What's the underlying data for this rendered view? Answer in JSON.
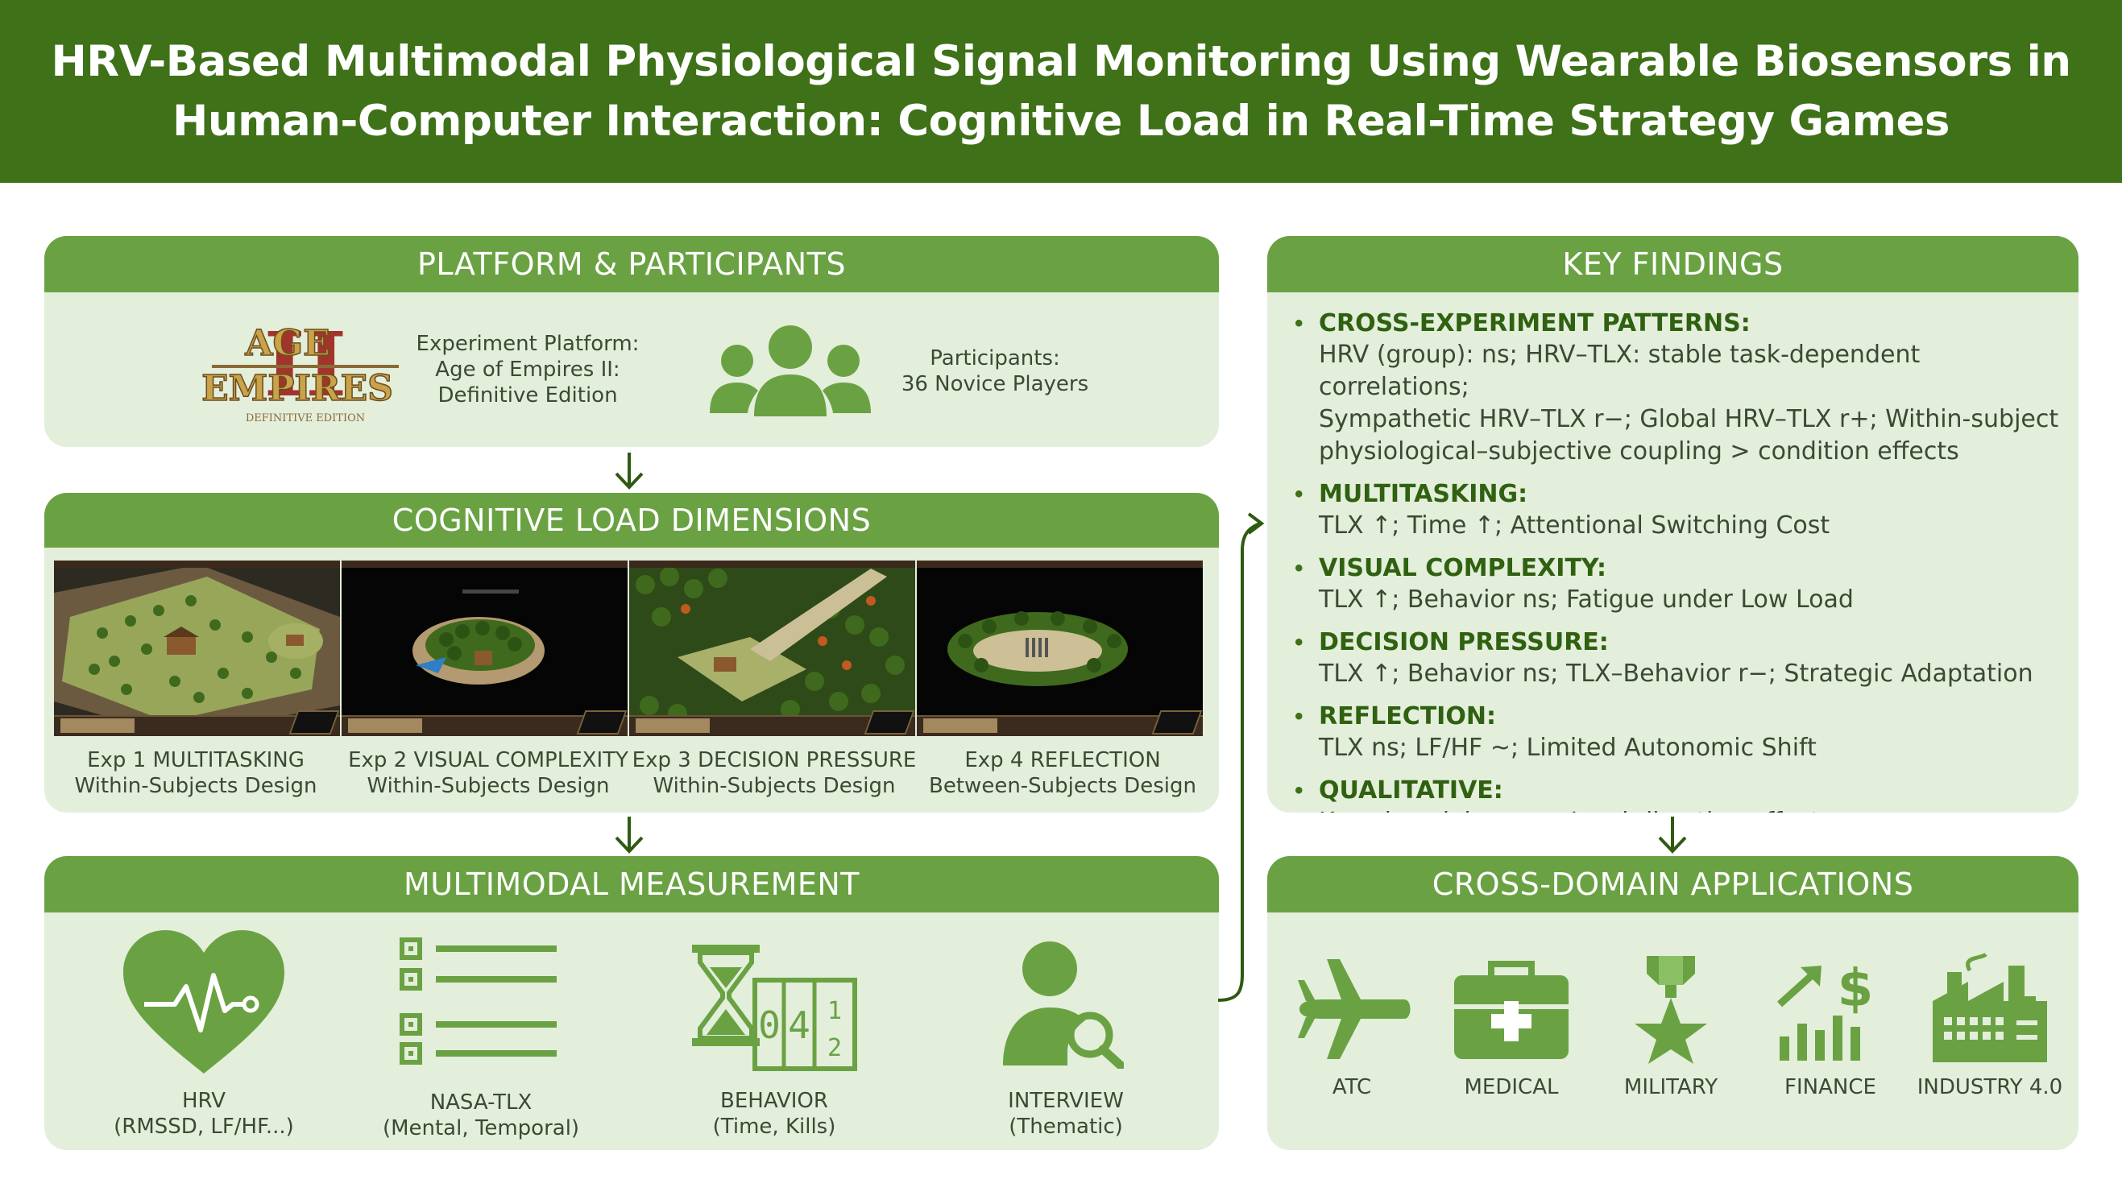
{
  "title": "HRV-Based Multimodal Physiological Signal Monitoring Using Wearable Biosensors in Human-Computer Interaction: Cognitive Load in Real-Time Strategy Games",
  "colors": {
    "header": "#3e7118",
    "bar": "#6aa243",
    "panel": "#e3eedb",
    "icon": "#6aa243",
    "heading_text": "#2f6110"
  },
  "platform": {
    "heading": "PLATFORM & PARTICIPANTS",
    "logo": {
      "line1": "AGE",
      "line2": "EMPIRES",
      "numeral": "II",
      "line3": "DEFINITIVE EDITION"
    },
    "experiment_platform": [
      "Experiment Platform:",
      "Age of Empires II:",
      "Definitive Edition"
    ],
    "participants_icon": "group-icon",
    "participants": [
      "Participants:",
      "36 Novice Players"
    ]
  },
  "cognitive": {
    "heading": "COGNITIVE LOAD DIMENSIONS",
    "experiments": [
      {
        "title": "Exp 1 MULTITASKING",
        "design": "Within-Subjects Design"
      },
      {
        "title": "Exp 2 VISUAL COMPLEXITY",
        "design": "Within-Subjects Design"
      },
      {
        "title": "Exp 3 DECISION PRESSURE",
        "design": "Within-Subjects Design"
      },
      {
        "title": "Exp 4 REFLECTION",
        "design": "Between-Subjects Design"
      }
    ]
  },
  "measurement": {
    "heading": "MULTIMODAL MEASUREMENT",
    "items": [
      {
        "icon": "heart-pulse-icon",
        "label": "HRV",
        "sub": "(RMSSD, LF/HF...)"
      },
      {
        "icon": "checklist-icon",
        "label": "NASA-TLX",
        "sub": "(Mental, Temporal)"
      },
      {
        "icon": "hourglass-counter-icon",
        "label": "BEHAVIOR",
        "sub": "(Time, Kills)"
      },
      {
        "icon": "interview-search-icon",
        "label": "INTERVIEW",
        "sub": "(Thematic)"
      }
    ],
    "counter_digits": [
      "0",
      "4",
      "1",
      "2"
    ]
  },
  "findings": {
    "heading": "KEY FINDINGS",
    "items": [
      {
        "head": "CROSS-EXPERIMENT PATTERNS:",
        "lines": [
          "HRV (group): ns; HRV–TLX: stable task-dependent correlations;",
          "Sympathetic HRV–TLX r−; Global HRV–TLX r+; Within-subject",
          "physiological–subjective coupling > condition effects"
        ]
      },
      {
        "head": "MULTITASKING:",
        "lines": [
          "TLX ↑; Time ↑; Attentional Switching Cost"
        ]
      },
      {
        "head": "VISUAL COMPLEXITY:",
        "lines": [
          "TLX ↑; Behavior ns; Fatigue under Low Load"
        ]
      },
      {
        "head": "DECISION PRESSURE:",
        "lines": [
          "TLX ↑; Behavior ns; TLX–Behavior r−; Strategic Adaptation"
        ]
      },
      {
        "head": "REFLECTION:",
        "lines": [
          "TLX ns; LF/HF ~; Limited Autonomic Shift"
        ]
      },
      {
        "head": "QUALITATIVE:",
        "lines": [
          "Knowing–doing gap; Load-direction effects"
        ]
      }
    ]
  },
  "applications": {
    "heading": "CROSS-DOMAIN APPLICATIONS",
    "items": [
      {
        "icon": "airplane-icon",
        "label": "ATC"
      },
      {
        "icon": "medical-kit-icon",
        "label": "MEDICAL"
      },
      {
        "icon": "military-medal-icon",
        "label": "MILITARY"
      },
      {
        "icon": "finance-growth-icon",
        "label": "FINANCE"
      },
      {
        "icon": "factory-icon",
        "label": "INDUSTRY 4.0"
      }
    ]
  }
}
